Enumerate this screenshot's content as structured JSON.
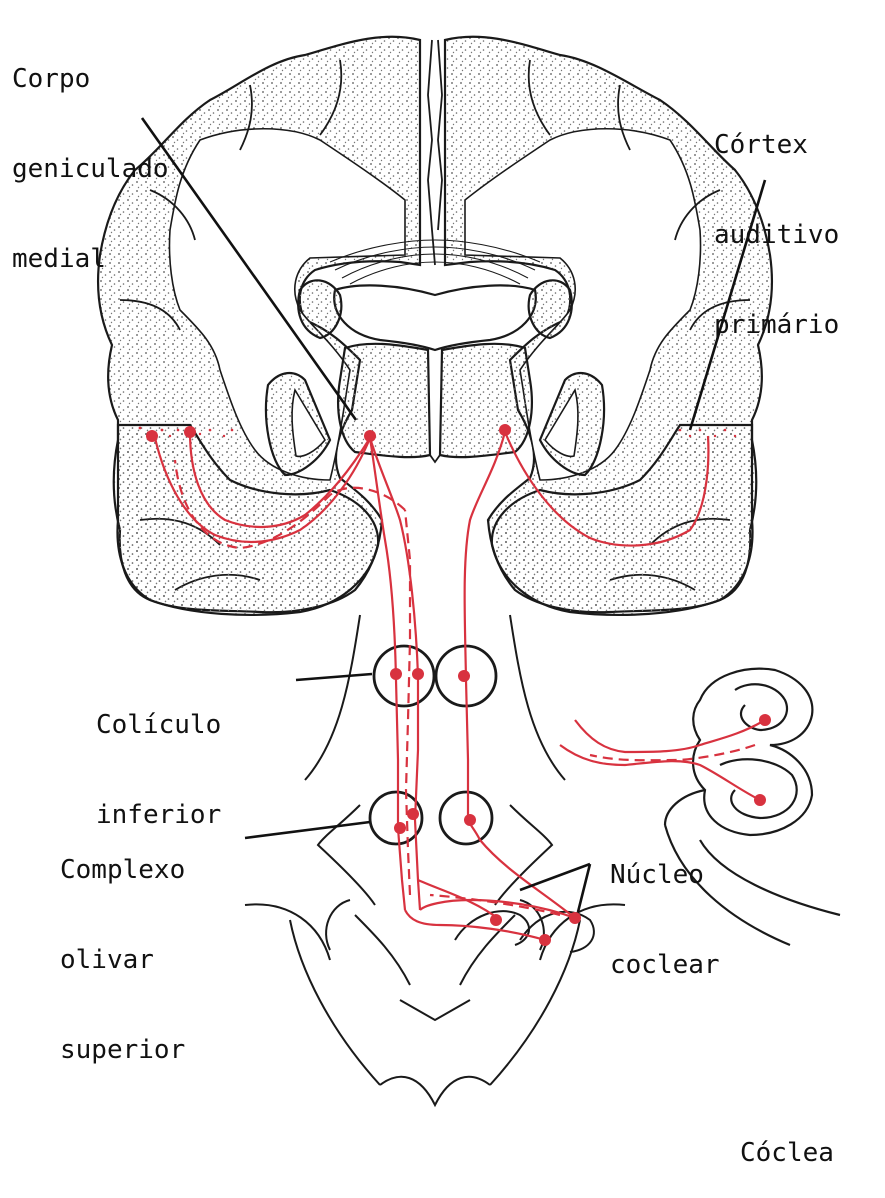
{
  "labels": {
    "corpo_geniculado_medial": [
      "Corpo",
      "geniculado",
      "medial"
    ],
    "cortex_auditivo_primario": [
      "Córtex",
      "auditivo",
      "primário"
    ],
    "coliculo_inferior": [
      "Colículo",
      "inferior"
    ],
    "complexo_olivar_superior": [
      "Complexo",
      "olivar",
      "superior"
    ],
    "nucleo_coclear": [
      "Núcleo",
      "coclear"
    ],
    "coclea": [
      "Cóclea"
    ]
  },
  "colors": {
    "outline": "#1a1a1a",
    "pathway": "#d8323f",
    "stipple": "#555555",
    "background": "#ffffff"
  }
}
